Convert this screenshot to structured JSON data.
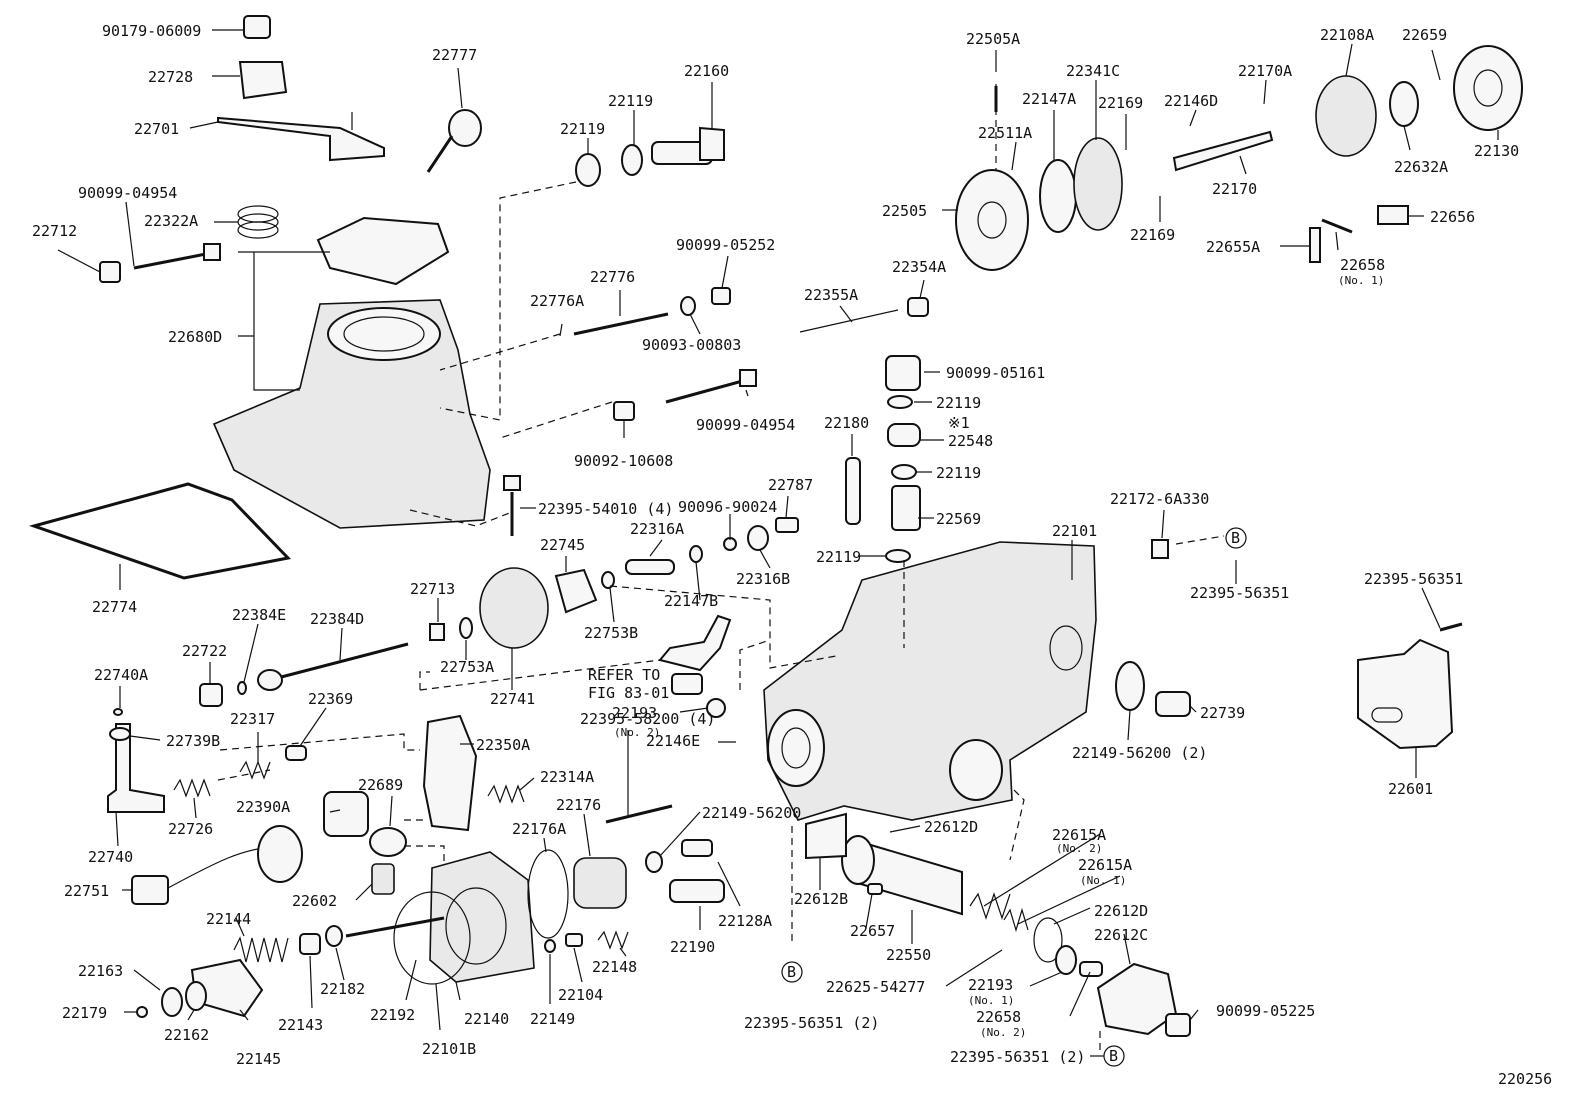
{
  "diagram_id": "220256",
  "refer_note": [
    "REFER TO",
    "FIG 83-01"
  ],
  "marker_B": "B",
  "parts": [
    {
      "id": "90179-06009"
    },
    {
      "id": "22728"
    },
    {
      "id": "22701"
    },
    {
      "id": "22777"
    },
    {
      "id": "22160"
    },
    {
      "id": "22119"
    },
    {
      "id": "22119"
    },
    {
      "id": "90099-04954"
    },
    {
      "id": "22322A"
    },
    {
      "id": "22712"
    },
    {
      "id": "22680D"
    },
    {
      "id": "22776"
    },
    {
      "id": "22776A"
    },
    {
      "id": "90099-05252"
    },
    {
      "id": "90093-00803"
    },
    {
      "id": "90099-04954"
    },
    {
      "id": "90092-10608"
    },
    {
      "id": "22774"
    },
    {
      "id": "22395-54010 (4)"
    },
    {
      "id": "22505A"
    },
    {
      "id": "22341C"
    },
    {
      "id": "22147A"
    },
    {
      "id": "22169"
    },
    {
      "id": "22146D"
    },
    {
      "id": "22170A"
    },
    {
      "id": "22108A"
    },
    {
      "id": "22659"
    },
    {
      "id": "22130"
    },
    {
      "id": "22511A"
    },
    {
      "id": "22505"
    },
    {
      "id": "22169"
    },
    {
      "id": "22170"
    },
    {
      "id": "22632A"
    },
    {
      "id": "22656"
    },
    {
      "id": "22655A"
    },
    {
      "id": "22658"
    },
    {
      "id": "22354A"
    },
    {
      "id": "22355A"
    },
    {
      "id": "90099-05161"
    },
    {
      "id": "22119"
    },
    {
      "id": "※1"
    },
    {
      "id": "22548"
    },
    {
      "id": "22180"
    },
    {
      "id": "22119"
    },
    {
      "id": "22787"
    },
    {
      "id": "90096-90024"
    },
    {
      "id": "22569"
    },
    {
      "id": "22119"
    },
    {
      "id": "22316A"
    },
    {
      "id": "22316B"
    },
    {
      "id": "22745"
    },
    {
      "id": "22753B"
    },
    {
      "id": "22147B"
    },
    {
      "id": "22101"
    },
    {
      "id": "22172-6A330"
    },
    {
      "id": "22395-56351"
    },
    {
      "id": "22395-56351"
    },
    {
      "id": "22601"
    },
    {
      "id": "22713"
    },
    {
      "id": "22384E"
    },
    {
      "id": "22384D"
    },
    {
      "id": "22722"
    },
    {
      "id": "22753A"
    },
    {
      "id": "22741"
    },
    {
      "id": "22740A"
    },
    {
      "id": "22369"
    },
    {
      "id": "22317"
    },
    {
      "id": "22739B"
    },
    {
      "id": "22350A"
    },
    {
      "id": "22193"
    },
    {
      "id": "22395-58200 (4)"
    },
    {
      "id": "22146E"
    },
    {
      "id": "22739"
    },
    {
      "id": "22149-56200 (2)"
    },
    {
      "id": "22314A"
    },
    {
      "id": "22689"
    },
    {
      "id": "22390A"
    },
    {
      "id": "22176"
    },
    {
      "id": "22149-56200"
    },
    {
      "id": "22726"
    },
    {
      "id": "22176A"
    },
    {
      "id": "22740"
    },
    {
      "id": "22612D"
    },
    {
      "id": "22612B"
    },
    {
      "id": "22615A"
    },
    {
      "id": "22751"
    },
    {
      "id": "22602"
    },
    {
      "id": "22615A"
    },
    {
      "id": "22128A"
    },
    {
      "id": "22657"
    },
    {
      "id": "22612D"
    },
    {
      "id": "22144"
    },
    {
      "id": "22612C"
    },
    {
      "id": "22190"
    },
    {
      "id": "22550"
    },
    {
      "id": "22148"
    },
    {
      "id": "22163"
    },
    {
      "id": "22625-54277"
    },
    {
      "id": "22193"
    },
    {
      "id": "22182"
    },
    {
      "id": "22104"
    },
    {
      "id": "22658"
    },
    {
      "id": "90099-05225"
    },
    {
      "id": "22179"
    },
    {
      "id": "22143"
    },
    {
      "id": "22192"
    },
    {
      "id": "22140"
    },
    {
      "id": "22149"
    },
    {
      "id": "22162"
    },
    {
      "id": "22145"
    },
    {
      "id": "22101B"
    },
    {
      "id": "22395-56351 (2)"
    },
    {
      "id": "22395-56351 (2)"
    }
  ],
  "notes": {
    "no1_a": "(No. 1)",
    "no1_b": "(No. 1)",
    "no1_c": "(No. 1)",
    "no2_a": "(No. 2)",
    "no2_b": "(No. 2)",
    "no2_c": "(No. 2)"
  }
}
